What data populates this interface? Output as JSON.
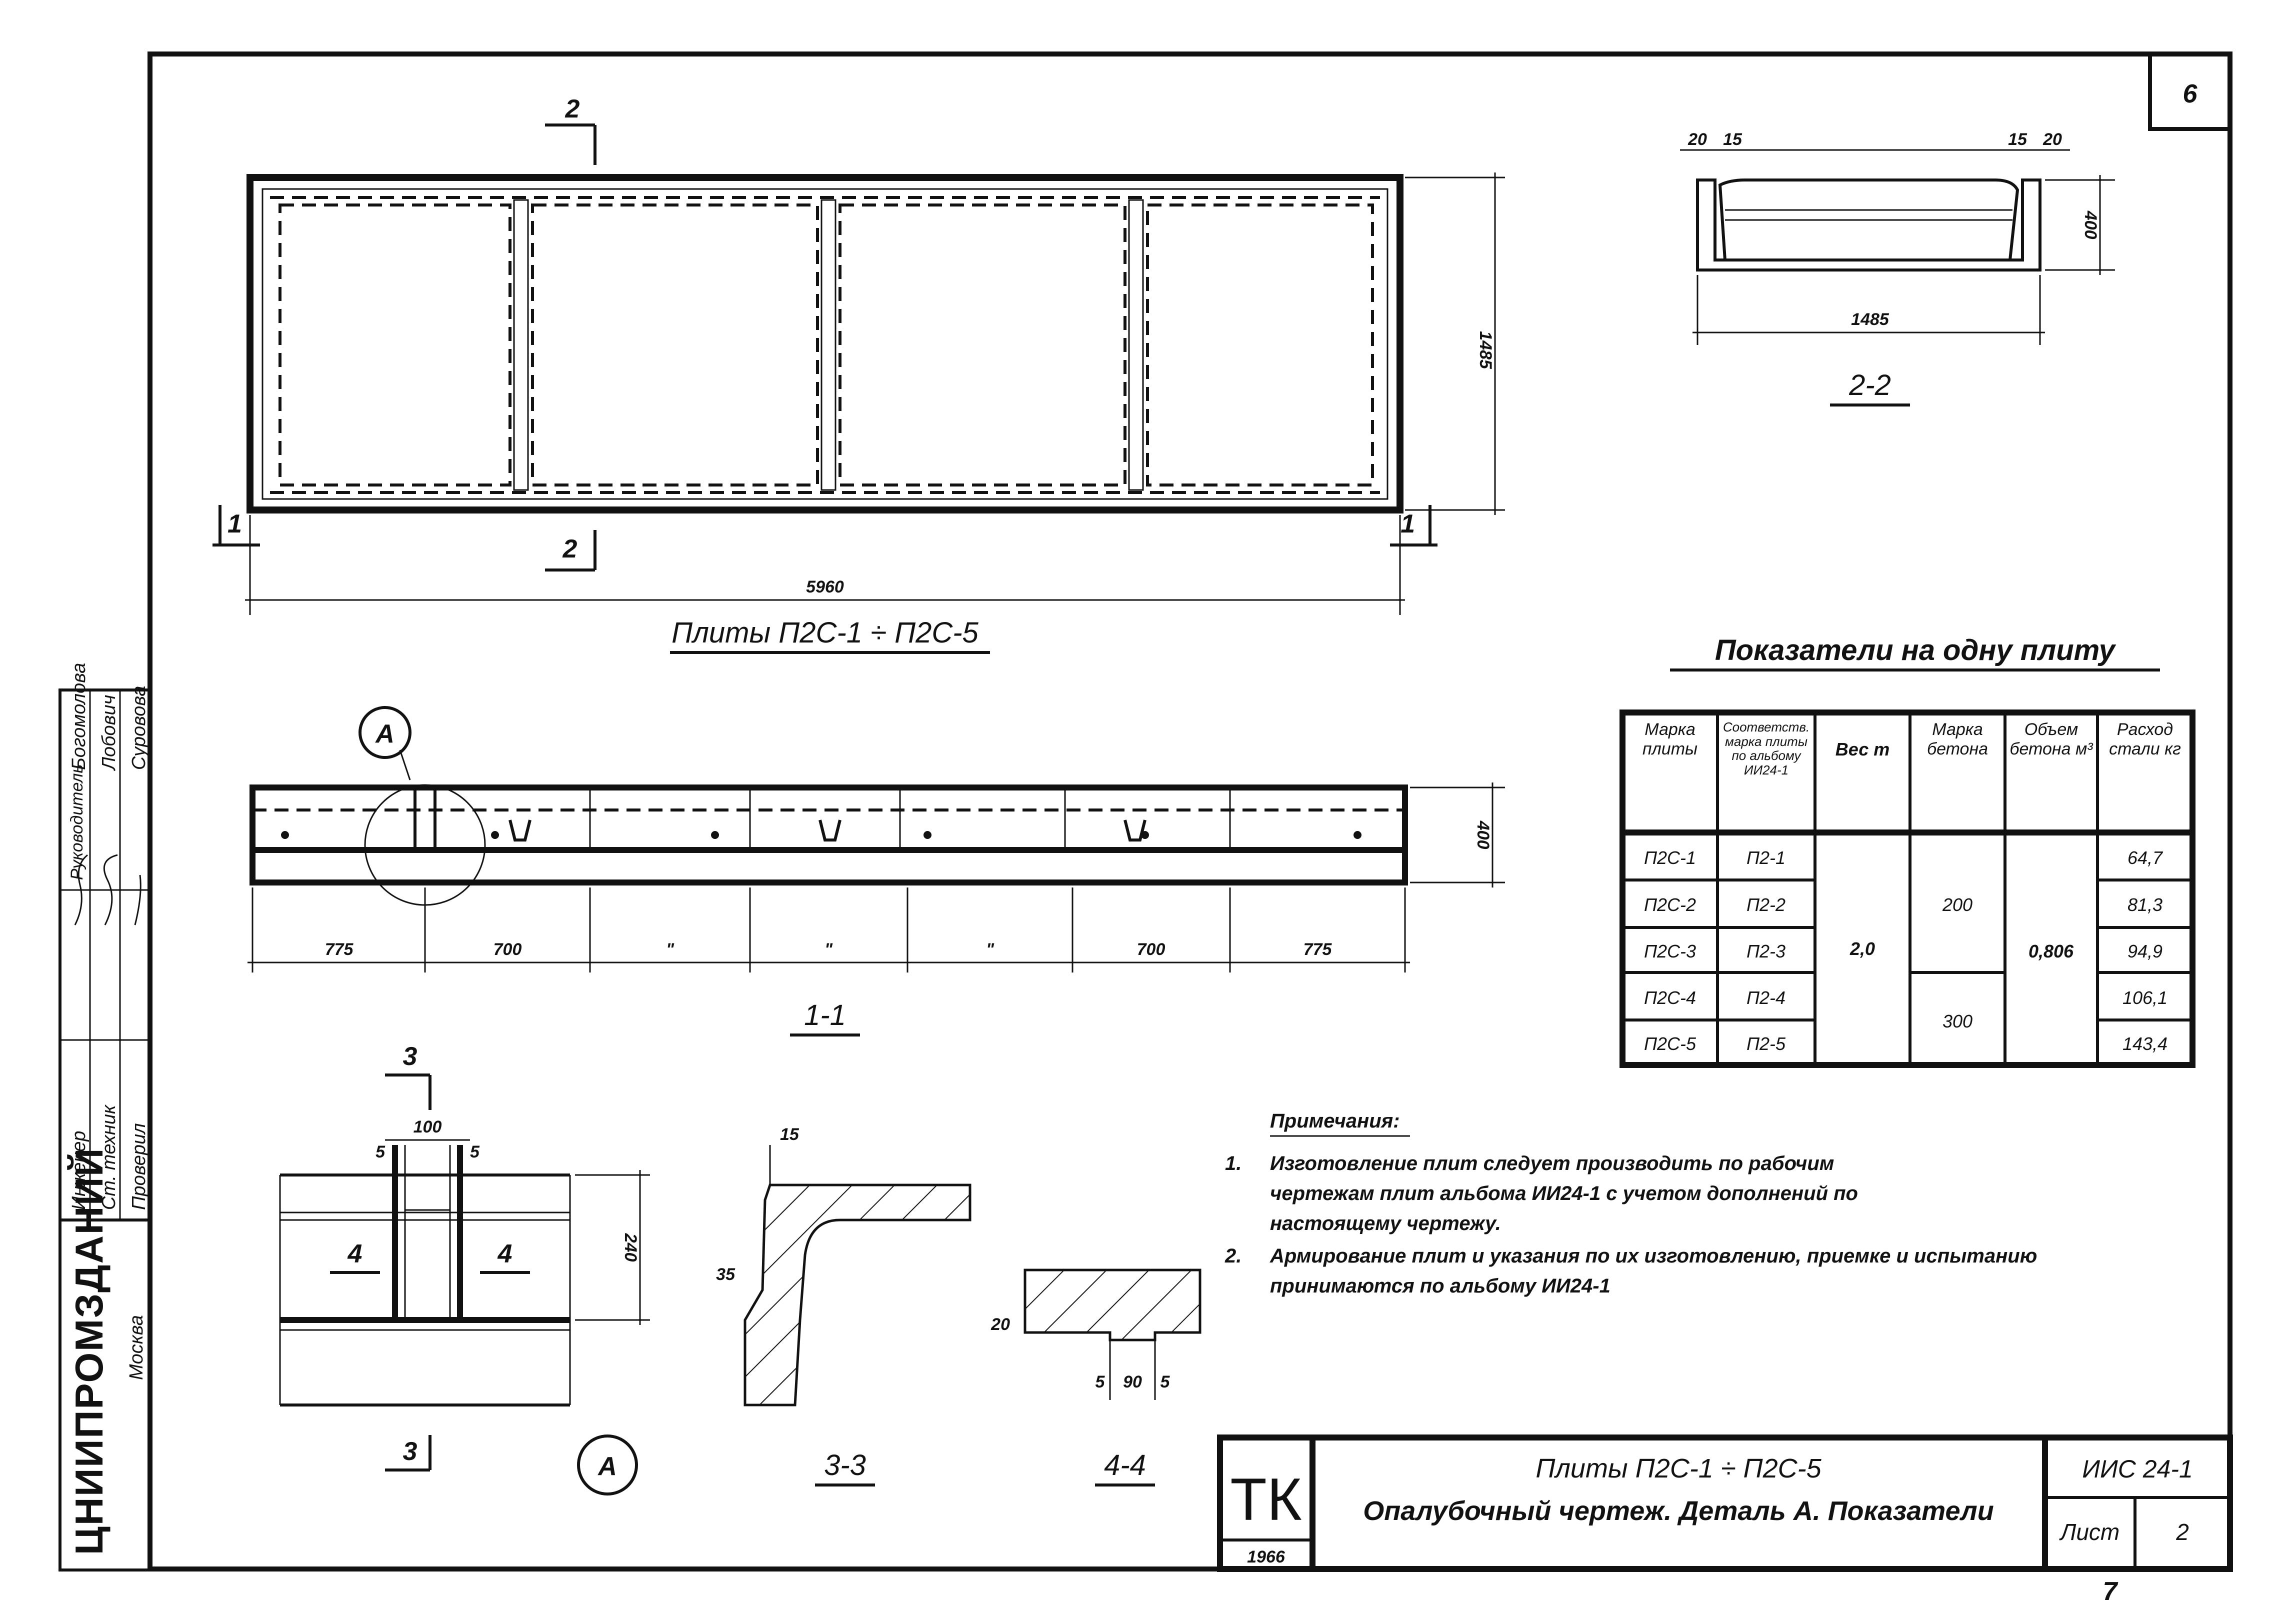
{
  "sheet_number": "6",
  "bottom_page_mark": "7",
  "plan": {
    "section_mark_2_top": "2",
    "section_mark_2_bottom": "2",
    "section_mark_1_left": "1",
    "section_mark_1_right": "1",
    "dim_length": "5960",
    "dim_width": "1485",
    "caption": "Плиты П2С-1 ÷ П2С-5"
  },
  "section_2_2": {
    "dim_top_left_a": "20",
    "dim_top_left_b": "15",
    "dim_top_right_a": "15",
    "dim_top_right_b": "20",
    "dim_height": "400",
    "dim_width": "1485",
    "caption": "2-2"
  },
  "section_1_1": {
    "callout": "А",
    "dim_height": "400",
    "dims": [
      "775",
      "700",
      "\"",
      "\"",
      "\"",
      "700",
      "775"
    ],
    "caption": "1-1"
  },
  "detail_a": {
    "section_mark_3_top": "3",
    "section_mark_3_bottom": "3",
    "dim_rib": "100",
    "dim_side_left": "5",
    "dim_side_right": "5",
    "dim_height": "240",
    "label_4_left": "4",
    "label_4_right": "4",
    "callout": "А"
  },
  "section_3_3": {
    "dim_top": "15",
    "dim_side": "35",
    "caption": "3-3"
  },
  "section_4_4": {
    "dim_left": "5",
    "dim_mid": "90",
    "dim_right": "5",
    "dim_side": "20",
    "caption": "4-4"
  },
  "indicators": {
    "title": "Показатели на одну плиту",
    "headers": [
      "Марка плиты",
      "Соответств. марка плиты по альбому ИИ24-1",
      "Вес т",
      "Марка бетона",
      "Объем бетона м³",
      "Расход стали кг"
    ],
    "rows": [
      {
        "mark": "П2С-1",
        "match": "П2-1",
        "steel": "64,7"
      },
      {
        "mark": "П2С-2",
        "match": "П2-2",
        "steel": "81,3"
      },
      {
        "mark": "П2С-3",
        "match": "П2-3",
        "steel": "94,9"
      },
      {
        "mark": "П2С-4",
        "match": "П2-4",
        "steel": "106,1"
      },
      {
        "mark": "П2С-5",
        "match": "П2-5",
        "steel": "143,4"
      }
    ],
    "weight": "2,0",
    "concrete_200": "200",
    "concrete_300": "300",
    "volume": "0,806"
  },
  "notes": {
    "title": "Примечания:",
    "items": [
      {
        "num": "1.",
        "lines": [
          "Изготовление плит следует производить по рабочим",
          "чертежам плит альбома ИИ24-1 с учетом дополнений по",
          "настоящему чертежу."
        ]
      },
      {
        "num": "2.",
        "lines": [
          "Армирование плит и указания по их изготовлению, приемке и испытанию",
          "принимаются по альбому ИИ24-1"
        ]
      }
    ]
  },
  "title_block": {
    "org": "ТК",
    "year": "1966",
    "title_line1": "Плиты П2С-1 ÷ П2С-5",
    "title_line2": "Опалубочный чертеж. Деталь А. Показатели",
    "code": "ИИС 24-1",
    "sheet_label": "Лист",
    "sheet_value": "2"
  },
  "side_stamp": {
    "institute": "ЦНИИПРОМЗДАНИЙ",
    "city": "Москва",
    "roles": [
      "Инженер",
      "Ст. техник",
      "Проверил"
    ],
    "names": [
      "Богомолова",
      "Лобович",
      "Суровова"
    ],
    "header": "Руководитель"
  }
}
